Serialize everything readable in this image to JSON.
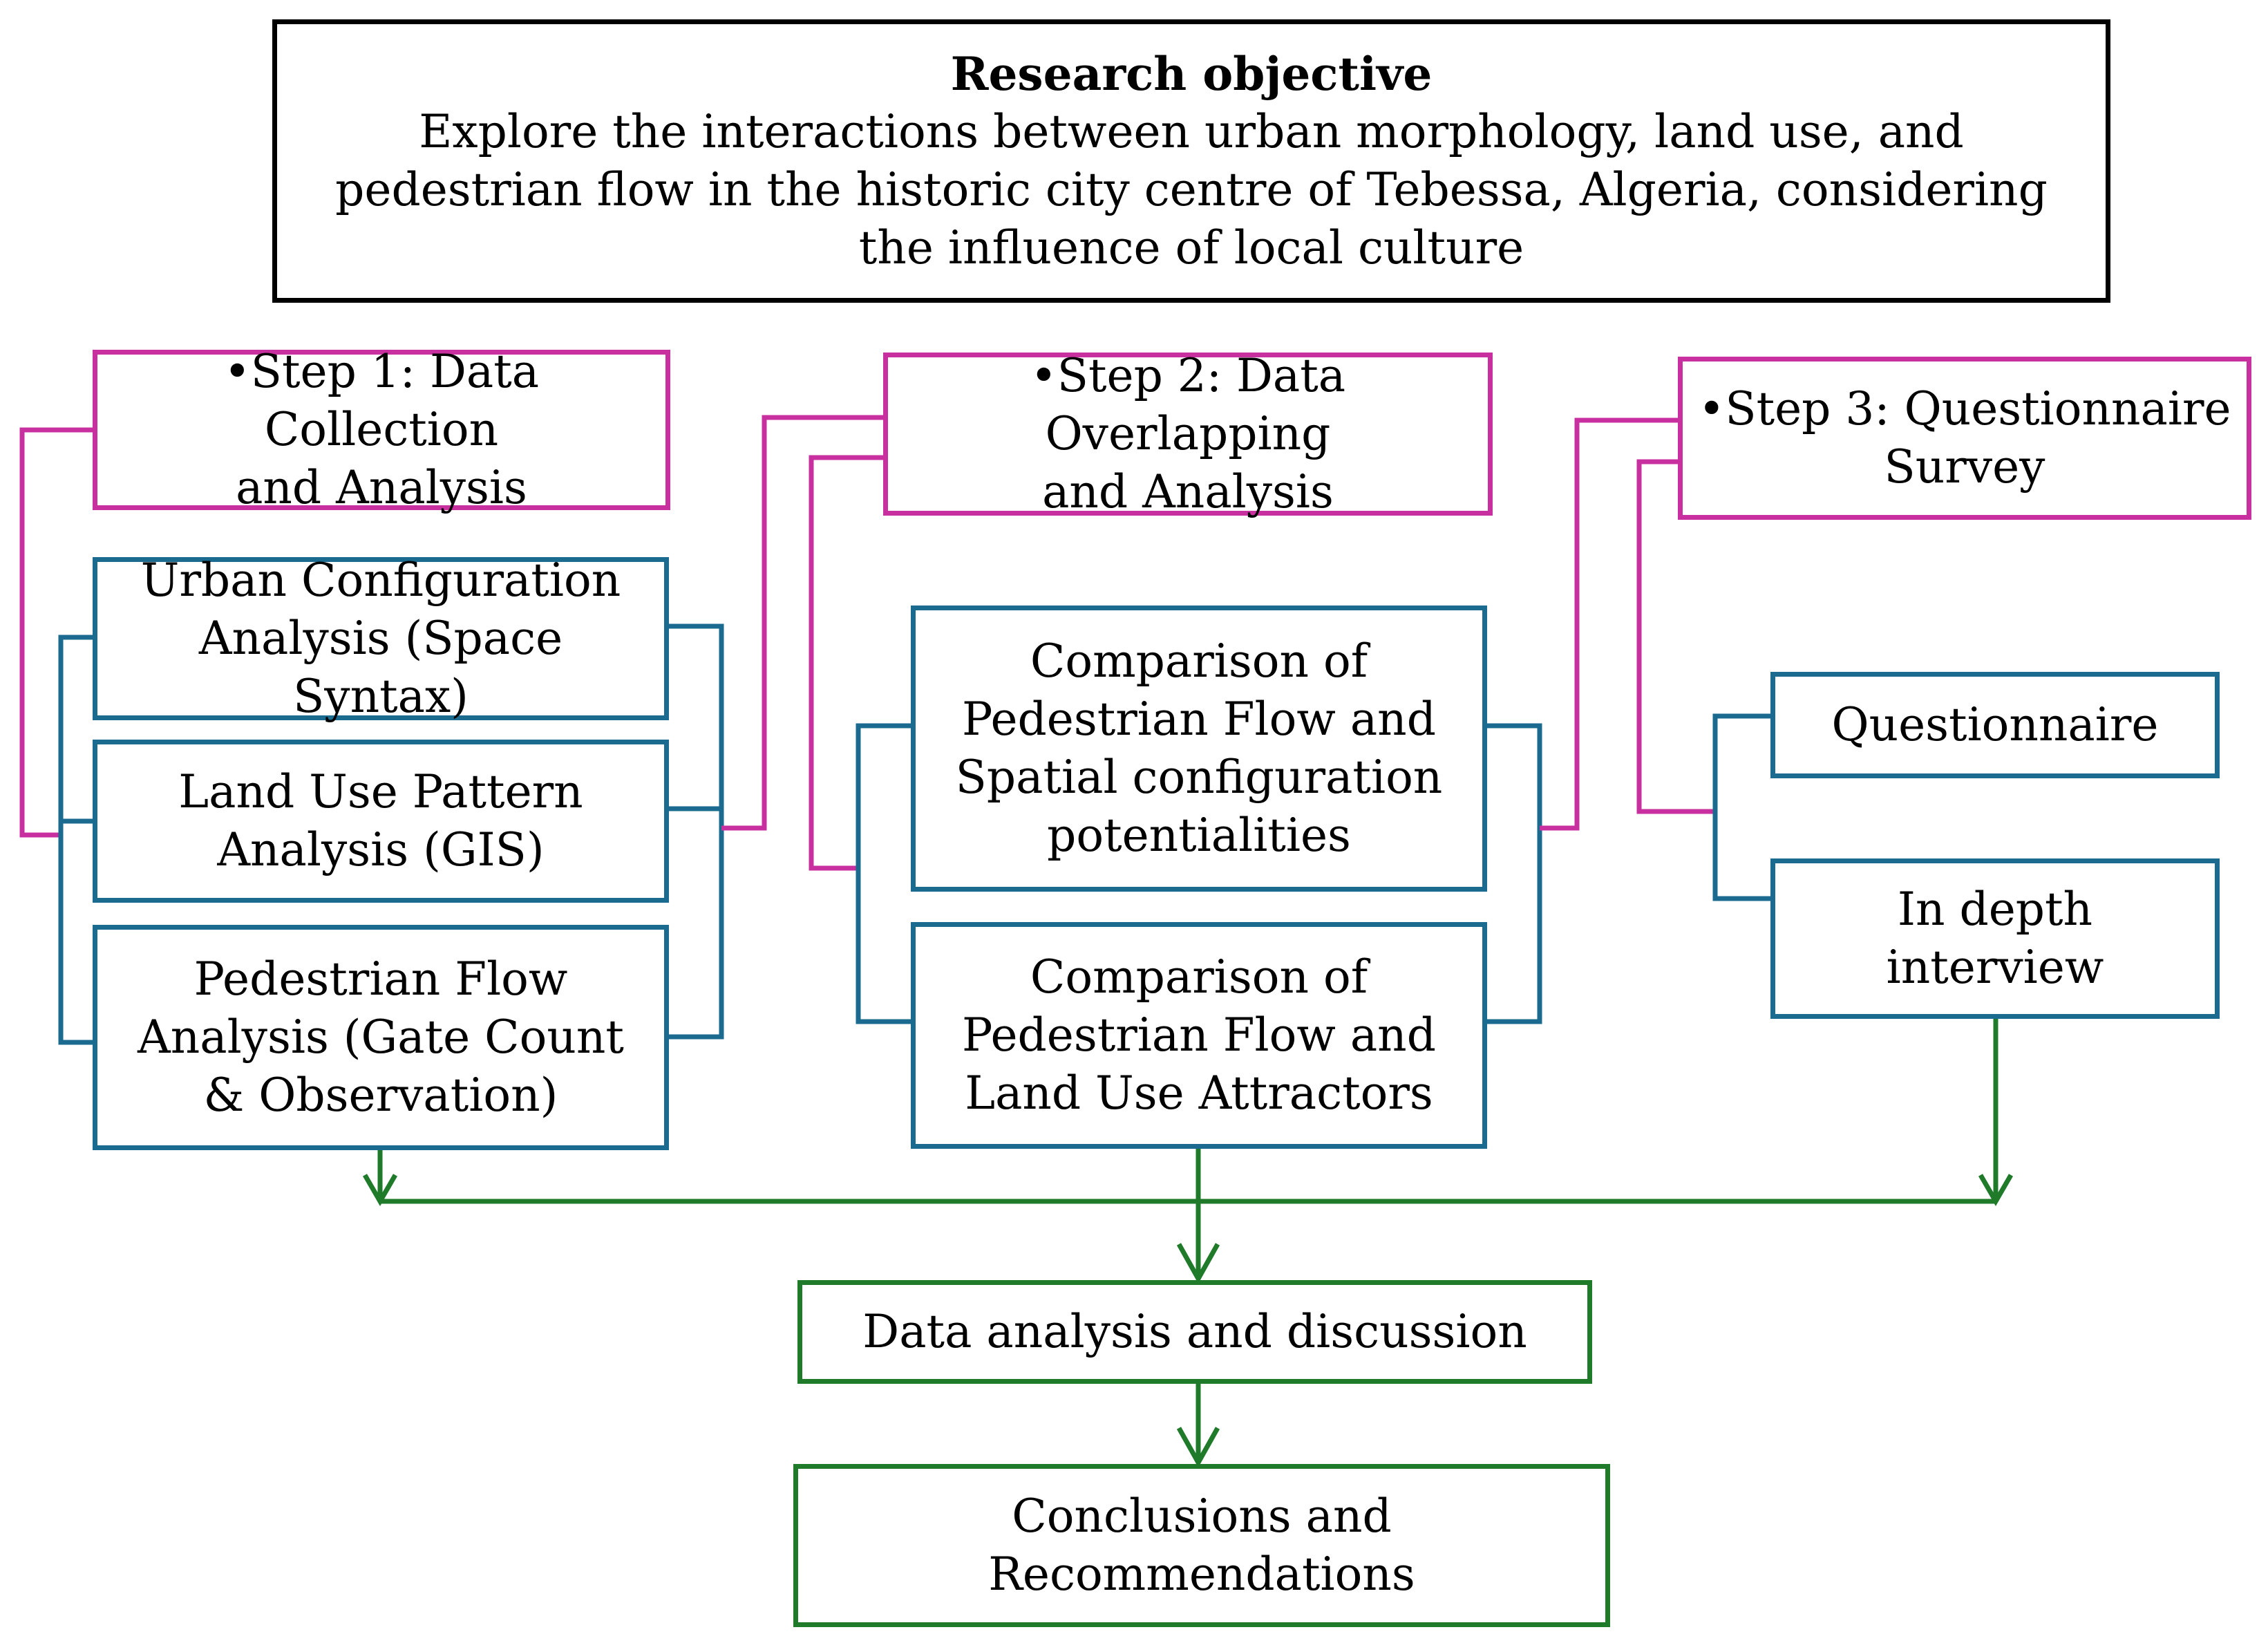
{
  "objective": {
    "heading": "Research objective",
    "text": "Explore the interactions between urban morphology, land use, and pedestrian flow in the historic city centre of Tebessa, Algeria, considering the influence of local culture"
  },
  "steps": [
    {
      "lines": [
        "•Step 1: Data Collection",
        "and Analysis"
      ]
    },
    {
      "lines": [
        "•Step 2: Data Overlapping",
        "and Analysis"
      ]
    },
    {
      "lines": [
        "•Step 3: Questionnaire",
        "Survey"
      ]
    }
  ],
  "step1_items": [
    {
      "lines": [
        "Urban Configuration",
        "Analysis (Space Syntax)"
      ]
    },
    {
      "lines": [
        "Land Use Pattern",
        "Analysis (GIS)"
      ]
    },
    {
      "lines": [
        "Pedestrian Flow",
        "Analysis (Gate Count",
        "& Observation)"
      ]
    }
  ],
  "step2_items": [
    {
      "lines": [
        "Comparison of",
        "Pedestrian Flow and",
        "Spatial configuration",
        "potentialities"
      ]
    },
    {
      "lines": [
        "Comparison of",
        "Pedestrian Flow and",
        "Land Use Attractors"
      ]
    }
  ],
  "step3_items": [
    {
      "lines": [
        "Questionnaire"
      ]
    },
    {
      "lines": [
        "In depth",
        "interview"
      ]
    }
  ],
  "outcomes": {
    "analysis": "Data analysis and discussion",
    "conclusions": [
      "Conclusions and",
      "Recommendations"
    ]
  },
  "colors": {
    "objective_border": "#000000",
    "step_border": "#c8309f",
    "item_border": "#1a6b8f",
    "outcome_border": "#1f7a2a"
  }
}
